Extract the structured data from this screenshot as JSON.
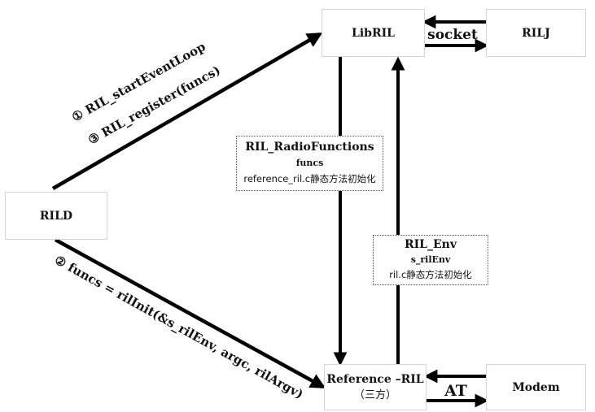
{
  "nodes": {
    "libril": "LibRIL",
    "rilj": "RILJ",
    "rild": "RILD",
    "reference_ril_line1": "Reference –RIL",
    "reference_ril_line2": "（三方）",
    "modem": "Modem"
  },
  "notes": {
    "radio_functions": {
      "title": "RIL_RadioFunctions",
      "var": "funcs",
      "desc": "reference_ril.c静态方法初始化"
    },
    "ril_env": {
      "title": "RIL_Env",
      "var": "s_rilEnv",
      "desc": "ril.c静态方法初始化"
    }
  },
  "edges": {
    "socket": "socket",
    "at": "AT",
    "start_event_loop": "① RIL_startEventLoop",
    "register": "③ RIL_register(funcs)",
    "ril_init": "② funcs = rilInit(&s_rilEnv, argc, rilArgv)"
  },
  "colors": {
    "arrow": "#000000",
    "box_border": "#d4d4d4",
    "note_border": "#555555"
  }
}
